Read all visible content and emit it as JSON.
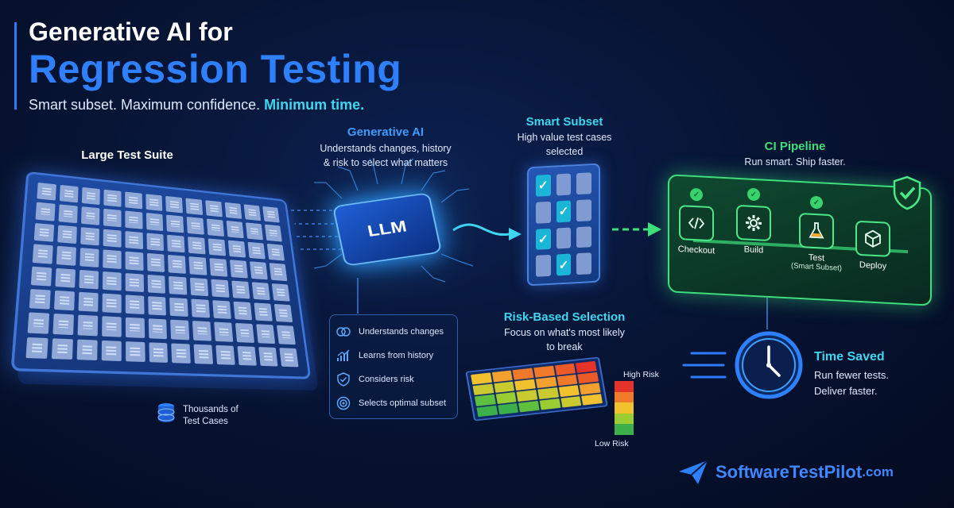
{
  "header": {
    "title_line1": "Generative AI for",
    "title_line2": "Regression Testing",
    "subtitle": "Smart subset. Maximum confidence.",
    "subtitle_highlight": "Minimum time."
  },
  "test_suite": {
    "title": "Large Test Suite",
    "count_line1": "Thousands of",
    "count_line2": "Test Cases"
  },
  "generative_ai": {
    "title": "Generative AI",
    "desc_line1": "Understands changes, history",
    "desc_line2": "& risk to select what matters",
    "chip_label": "LLM",
    "features": [
      {
        "icon": "brain-icon",
        "label": "Understands changes"
      },
      {
        "icon": "chart-icon",
        "label": "Learns from history"
      },
      {
        "icon": "shield-icon",
        "label": "Considers risk"
      },
      {
        "icon": "target-icon",
        "label": "Selects optimal subset"
      }
    ]
  },
  "smart_subset": {
    "title": "Smart Subset",
    "desc_line1": "High value test cases",
    "desc_line2": "selected",
    "selected_cells": [
      0,
      4,
      6,
      10
    ]
  },
  "risk": {
    "title": "Risk-Based Selection",
    "desc_line1": "Focus on what's most likely",
    "desc_line2": "to break",
    "high_label": "High Risk",
    "low_label": "Low Risk"
  },
  "ci_pipeline": {
    "title": "CI Pipeline",
    "desc": "Run smart. Ship faster.",
    "stages": [
      {
        "name": "Checkout",
        "sub": "",
        "icon": "code-icon"
      },
      {
        "name": "Build",
        "sub": "",
        "icon": "gear-icon"
      },
      {
        "name": "Test",
        "sub": "(Smart Subset)",
        "icon": "flask-icon"
      },
      {
        "name": "Deploy",
        "sub": "",
        "icon": "cube-icon"
      }
    ]
  },
  "time_saved": {
    "title": "Time Saved",
    "line1": "Run fewer tests.",
    "line2": "Deliver faster."
  },
  "brand": {
    "name": "SoftwareTestPilot",
    "suffix": ".com"
  },
  "colors": {
    "accent_blue": "#2f80ff",
    "accent_cyan": "#3fd6f0",
    "accent_green": "#3de07a"
  }
}
